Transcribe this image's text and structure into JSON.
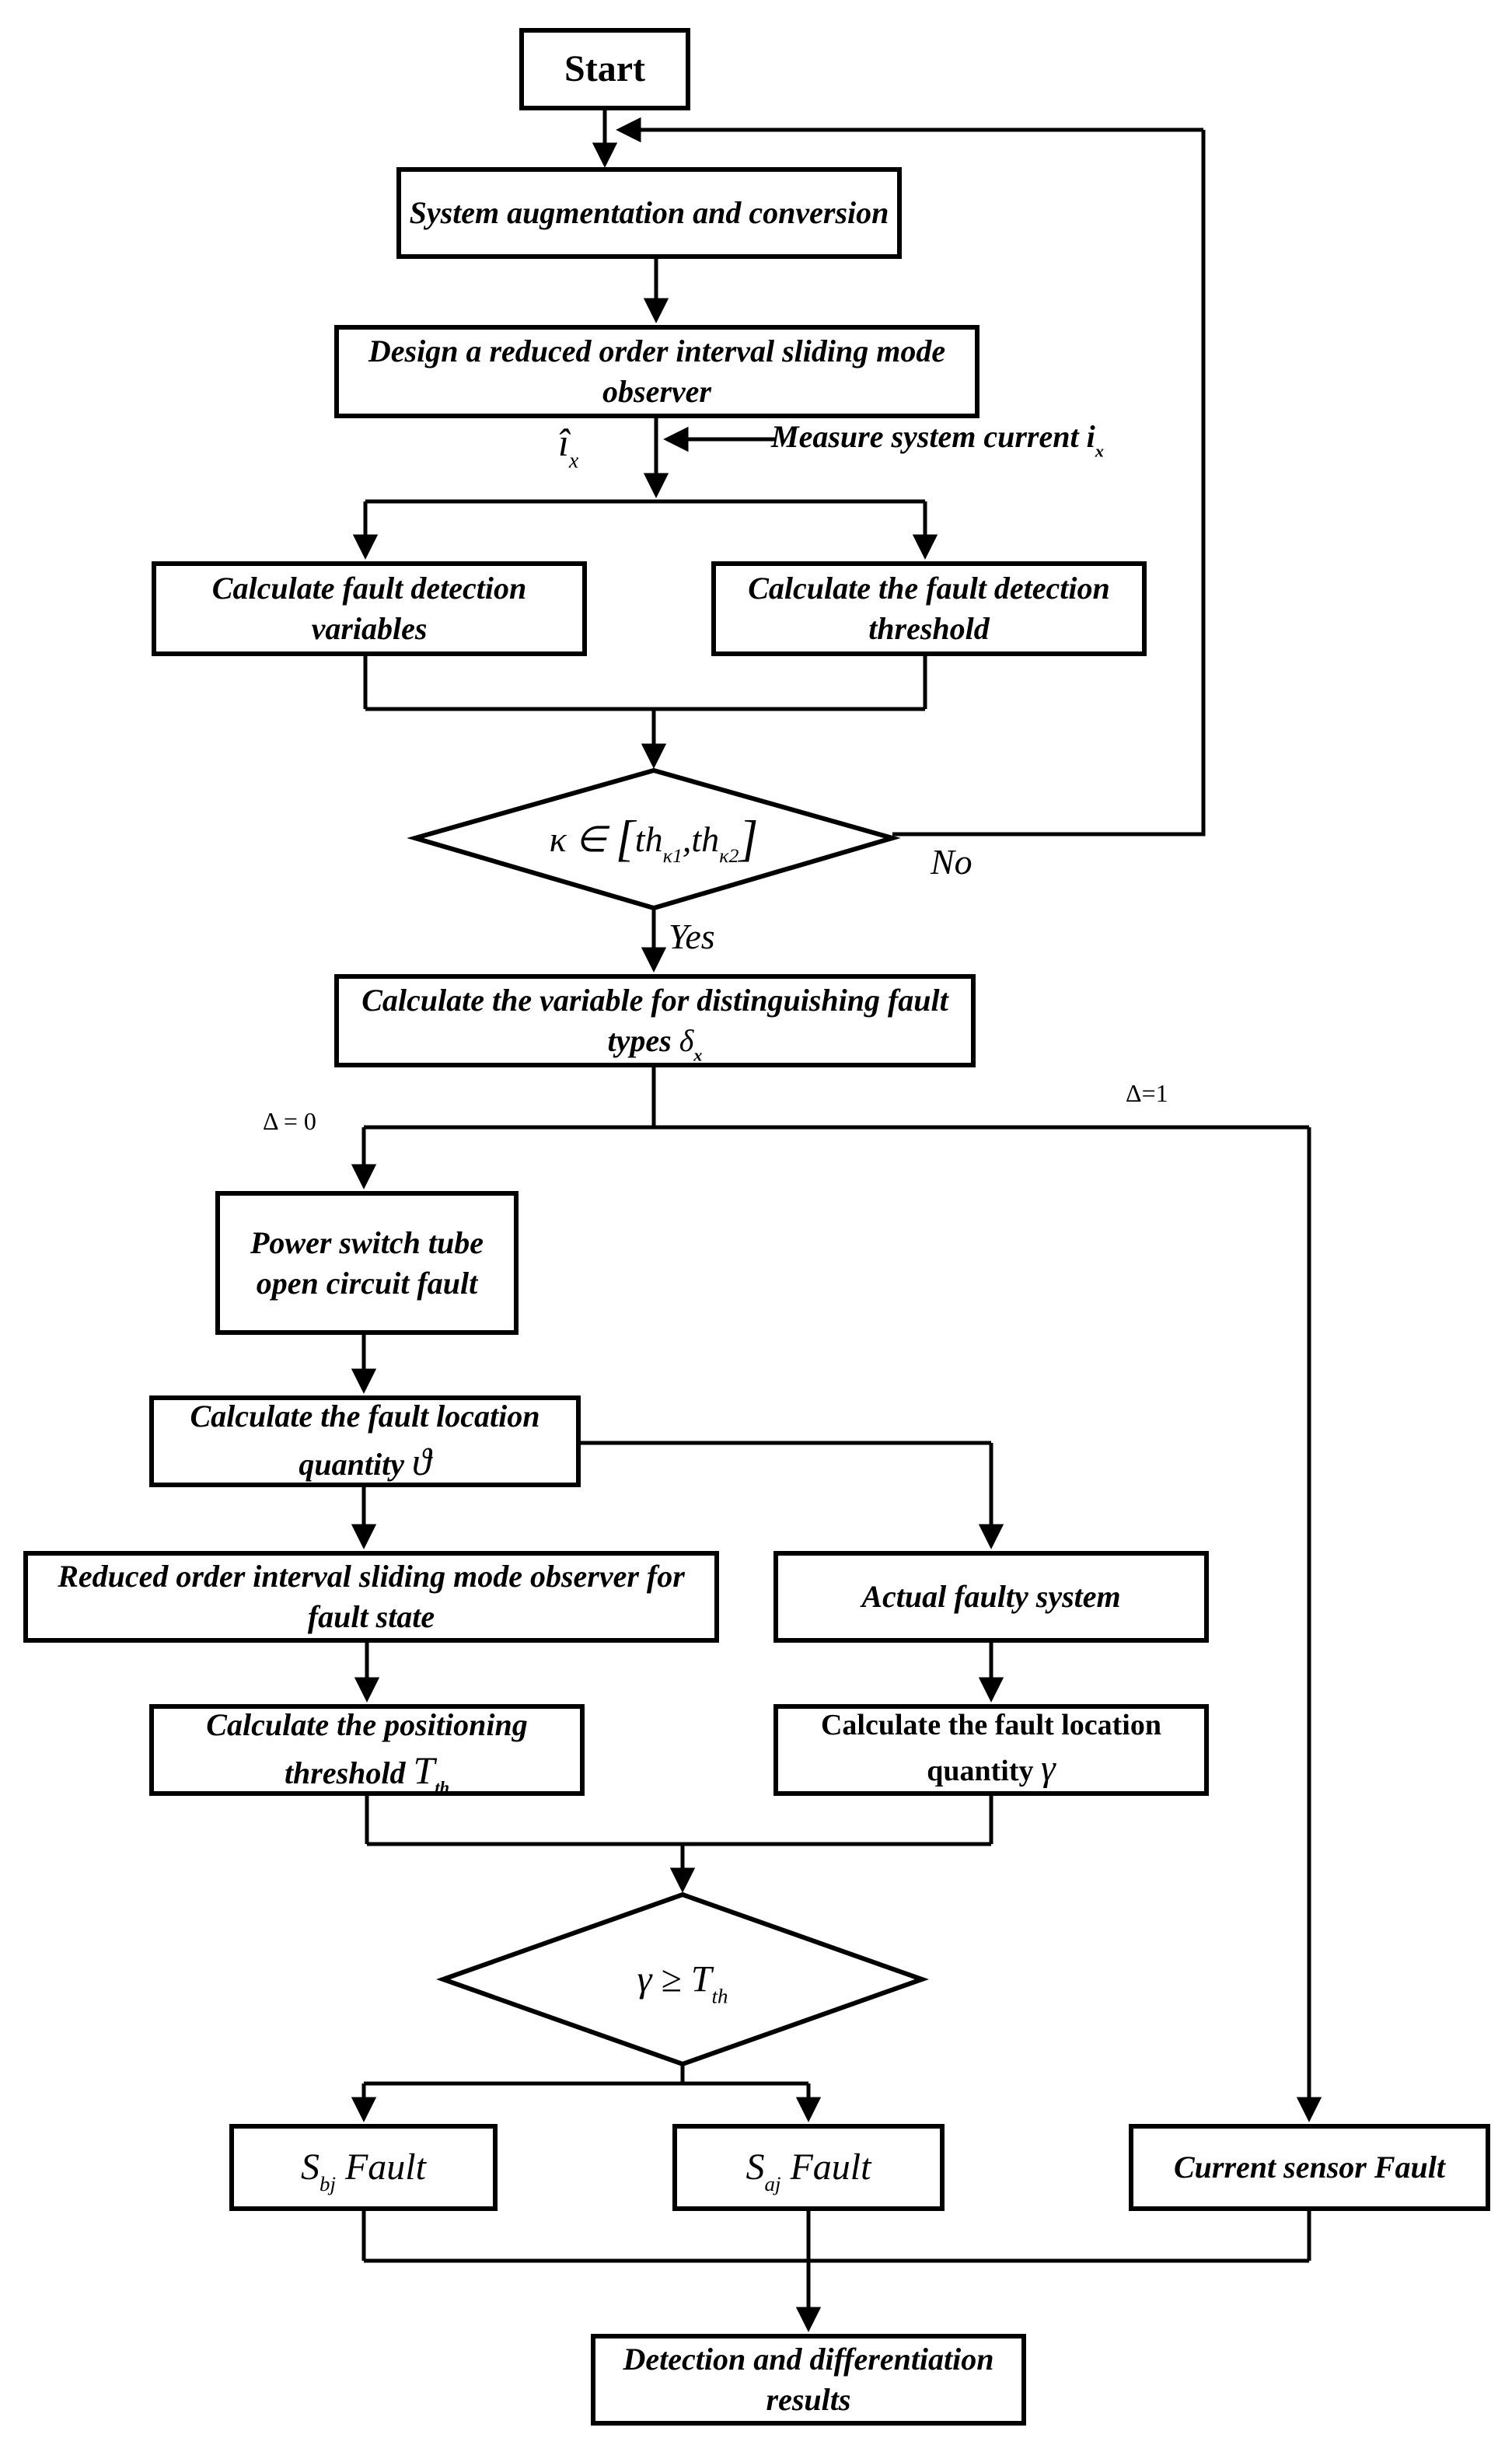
{
  "nodes": {
    "start": {
      "label": "Start"
    },
    "augmentation": {
      "label": "System augmentation and conversion"
    },
    "design_observer": {
      "label": "Design a reduced order interval sliding mode observer"
    },
    "calc_fault_vars": {
      "label": "Calculate fault detection variables"
    },
    "calc_fault_threshold": {
      "label": "Calculate the fault detection threshold"
    },
    "calc_distinguish": {
      "pre": "Calculate the variable for distinguishing fault types ",
      "sym": "δ",
      "sub": "x"
    },
    "power_switch": {
      "label": "Power switch tube open circuit fault"
    },
    "calc_location_theta": {
      "pre": "Calculate the fault location quantity ",
      "sym": "ϑ"
    },
    "reduced_observer_fault": {
      "label": "Reduced order interval sliding mode observer for fault state"
    },
    "actual_faulty_system": {
      "label": "Actual faulty system"
    },
    "calc_positioning_threshold": {
      "pre": "Calculate the positioning threshold ",
      "sym": "T",
      "sub": "th"
    },
    "calc_location_gamma": {
      "pre": "Calculate the fault location quantity ",
      "sym": "γ"
    },
    "s_bj_fault": {
      "sym": "S",
      "sub": "bj",
      "post": " Fault"
    },
    "s_aj_fault": {
      "sym": "S",
      "sub": "aj",
      "post": " Fault"
    },
    "current_sensor_fault": {
      "label": "Current sensor Fault"
    },
    "results": {
      "label": "Detection and differentiation results"
    }
  },
  "decisions": {
    "kappa_in_threshold": {
      "pre": "κ ∈ ",
      "lbracket": "[",
      "t1": "th",
      "s1": "κ1",
      "comma": ",",
      "t2": "th",
      "s2": "κ2",
      "rbracket": "]"
    },
    "gamma_ge_threshold": {
      "pre": "γ ≥ T",
      "sub": "th"
    }
  },
  "edge_labels": {
    "no": "No",
    "yes": "Yes",
    "delta_zero": "Δ = 0",
    "delta_one": "Δ=1",
    "i_hat": {
      "sym": "î",
      "sub": "x"
    },
    "measure_current": {
      "pre": "Measure system current ",
      "sym": "i",
      "sub": "x"
    }
  },
  "colors": {
    "ink": "#000000",
    "paper": "#ffffff"
  }
}
